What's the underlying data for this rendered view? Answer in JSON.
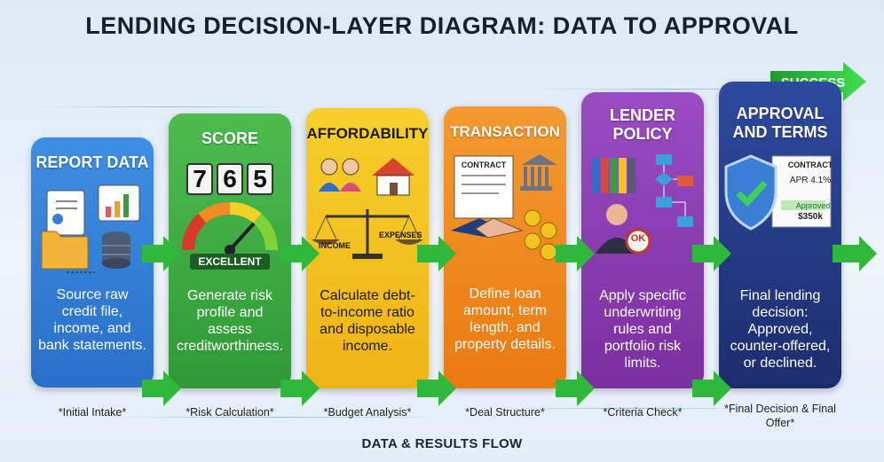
{
  "title": "LENDING DECISION-LAYER DIAGRAM: DATA TO APPROVAL",
  "success_label": "SUCCESS",
  "flow_label": "DATA & RESULTS FLOW",
  "stages": [
    {
      "id": "report",
      "title": "REPORT DATA",
      "desc": "Source raw credit file, income, and bank statements.",
      "footer": "*Initial Intake*",
      "color": "#2f7fd8"
    },
    {
      "id": "score",
      "title": "SCORE",
      "desc": "Generate risk profile and assess creditworthiness.",
      "footer": "*Risk Calculation*",
      "color": "#3cae3f",
      "score_digits": [
        "7",
        "6",
        "5"
      ],
      "gauge_label": "EXCELLENT"
    },
    {
      "id": "affordability",
      "title": "AFFORDABILITY",
      "desc": "Calculate debt-to-income ratio and disposable income.",
      "footer": "*Budget Analysis*",
      "color": "#f2c21b",
      "scale_left": "INCOME",
      "scale_right": "EXPENSES"
    },
    {
      "id": "transaction",
      "title": "TRANSACTION",
      "desc": "Define loan amount, term length, and property details.",
      "footer": "*Deal Structure*",
      "color": "#f08a1c",
      "doc_label": "CONTRACT"
    },
    {
      "id": "lender",
      "title": "LENDER POLICY",
      "desc": "Apply specific underwriting rules and portfolio risk limits.",
      "footer": "*Criteria Check*",
      "color": "#8a3fb0",
      "ok_label": "OK"
    },
    {
      "id": "approval",
      "title": "APPROVAL AND TERMS",
      "desc": "Final lending decision: Approved, counter-offered, or declined.",
      "footer": "*Final Decision & Final Offer*",
      "color": "#22388a",
      "doc_label": "CONTRACT",
      "apr": "APR 4.1%",
      "approved": "Approved",
      "amount": "$350k"
    }
  ]
}
